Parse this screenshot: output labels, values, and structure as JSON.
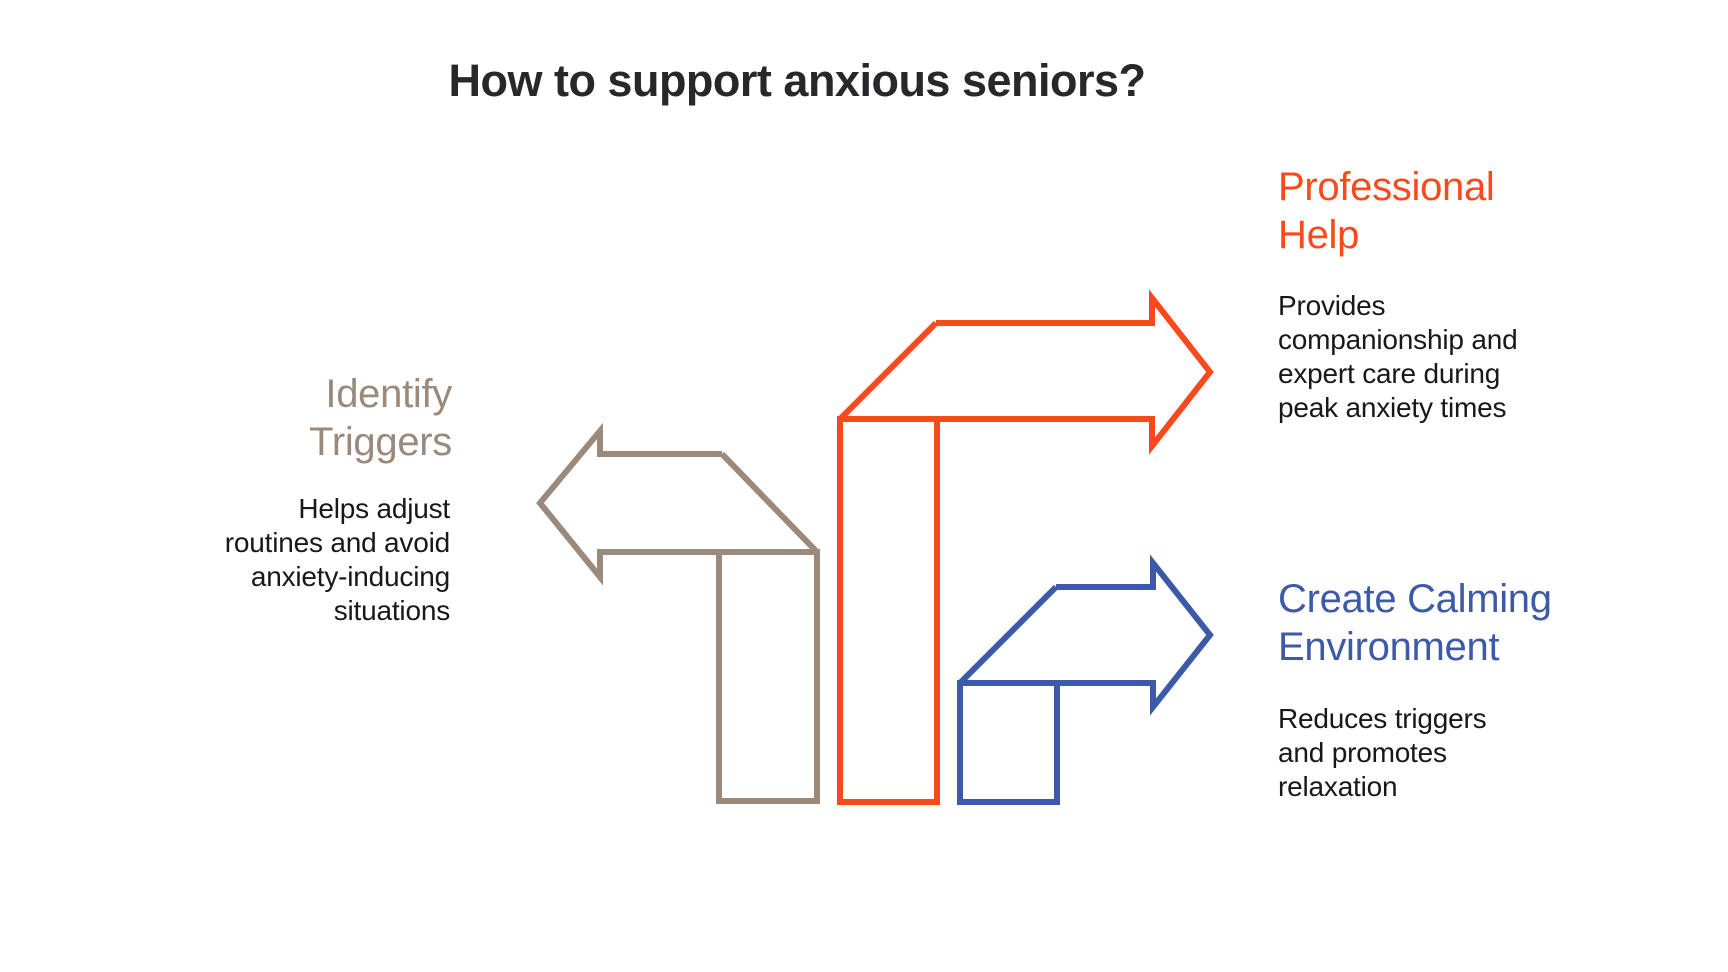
{
  "title": "How to support anxious seniors?",
  "colors": {
    "tan": "#9b897b",
    "orange": "#f94a1d",
    "blue": "#3d5aa9",
    "title_text": "#28282c",
    "body_text": "#17171c"
  },
  "sections": {
    "identify": {
      "heading": [
        "Identify",
        "Triggers"
      ],
      "body": [
        "Helps adjust",
        "routines and avoid",
        "anxiety-inducing",
        "situations"
      ]
    },
    "professional": {
      "heading": [
        "Professional",
        "Help"
      ],
      "body": [
        "Provides",
        "companionship and",
        "expert care during",
        "peak anxiety times"
      ]
    },
    "calming": {
      "heading": [
        "Create Calming",
        "Environment"
      ],
      "body": [
        "Reduces triggers",
        "and promotes",
        "relaxation"
      ]
    }
  }
}
